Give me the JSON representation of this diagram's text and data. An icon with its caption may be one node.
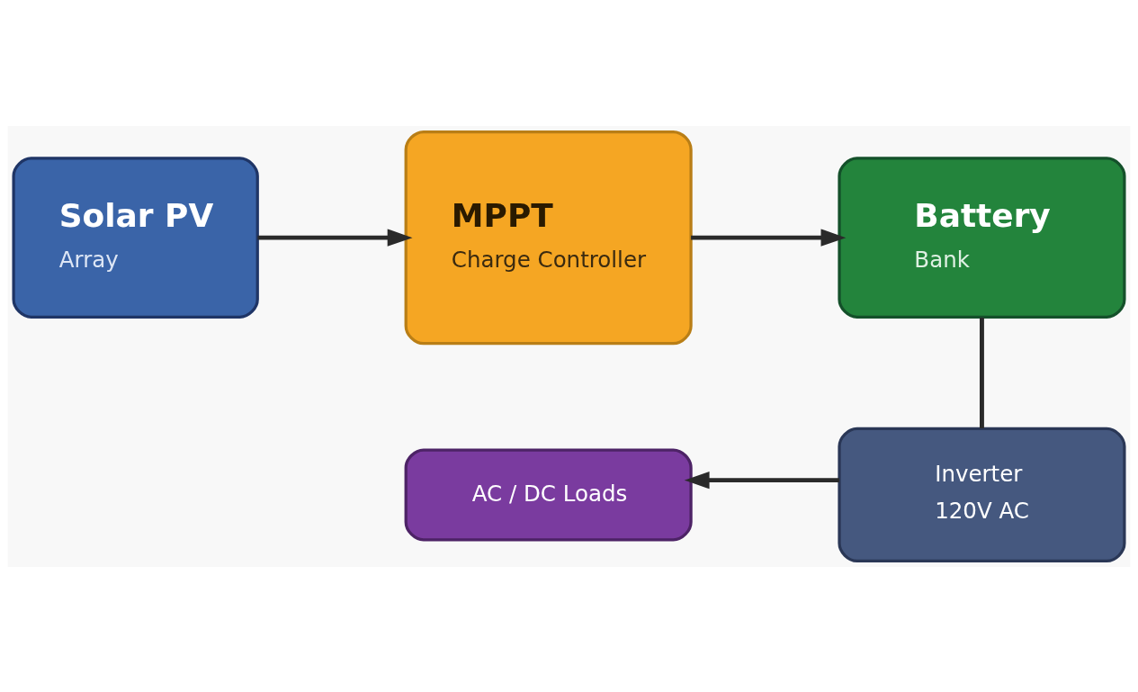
{
  "diagram": {
    "nodes": [
      {
        "text": [
          "Solar PV",
          "Array"
        ]
      },
      {
        "text": [
          "MPPT",
          "Charge Controller"
        ]
      },
      {
        "text": [
          "Battery",
          "Bank"
        ]
      },
      {
        "text": [
          "Inverter",
          "120V AC"
        ]
      },
      {
        "text": [
          "AC / DC Loads"
        ]
      }
    ],
    "edges": [
      {
        "from": 0,
        "to": 1,
        "arrow": "to"
      },
      {
        "from": 1,
        "to": 2,
        "arrow": "to"
      },
      {
        "from": 2,
        "to": 3,
        "arrow": "none"
      },
      {
        "from": 3,
        "to": 4,
        "arrow": "to"
      }
    ]
  }
}
